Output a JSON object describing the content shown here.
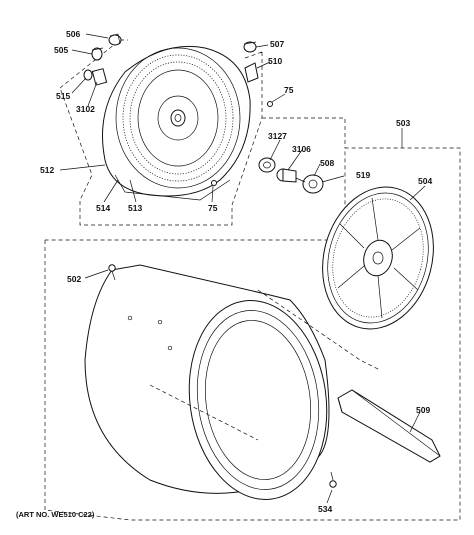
{
  "labels": {
    "l506": "506",
    "l505": "505",
    "l515": "515",
    "l3102": "3102",
    "l512": "512",
    "l514": "514",
    "l513": "513",
    "l75a": "75",
    "l75b": "75",
    "l507": "507",
    "l510": "510",
    "l503": "503",
    "l3127": "3127",
    "l3106": "3106",
    "l508": "508",
    "l519": "519",
    "l504": "504",
    "l502": "502",
    "l509": "509",
    "l534": "534"
  },
  "art_number": "(ART NO. WE510 C22)"
}
